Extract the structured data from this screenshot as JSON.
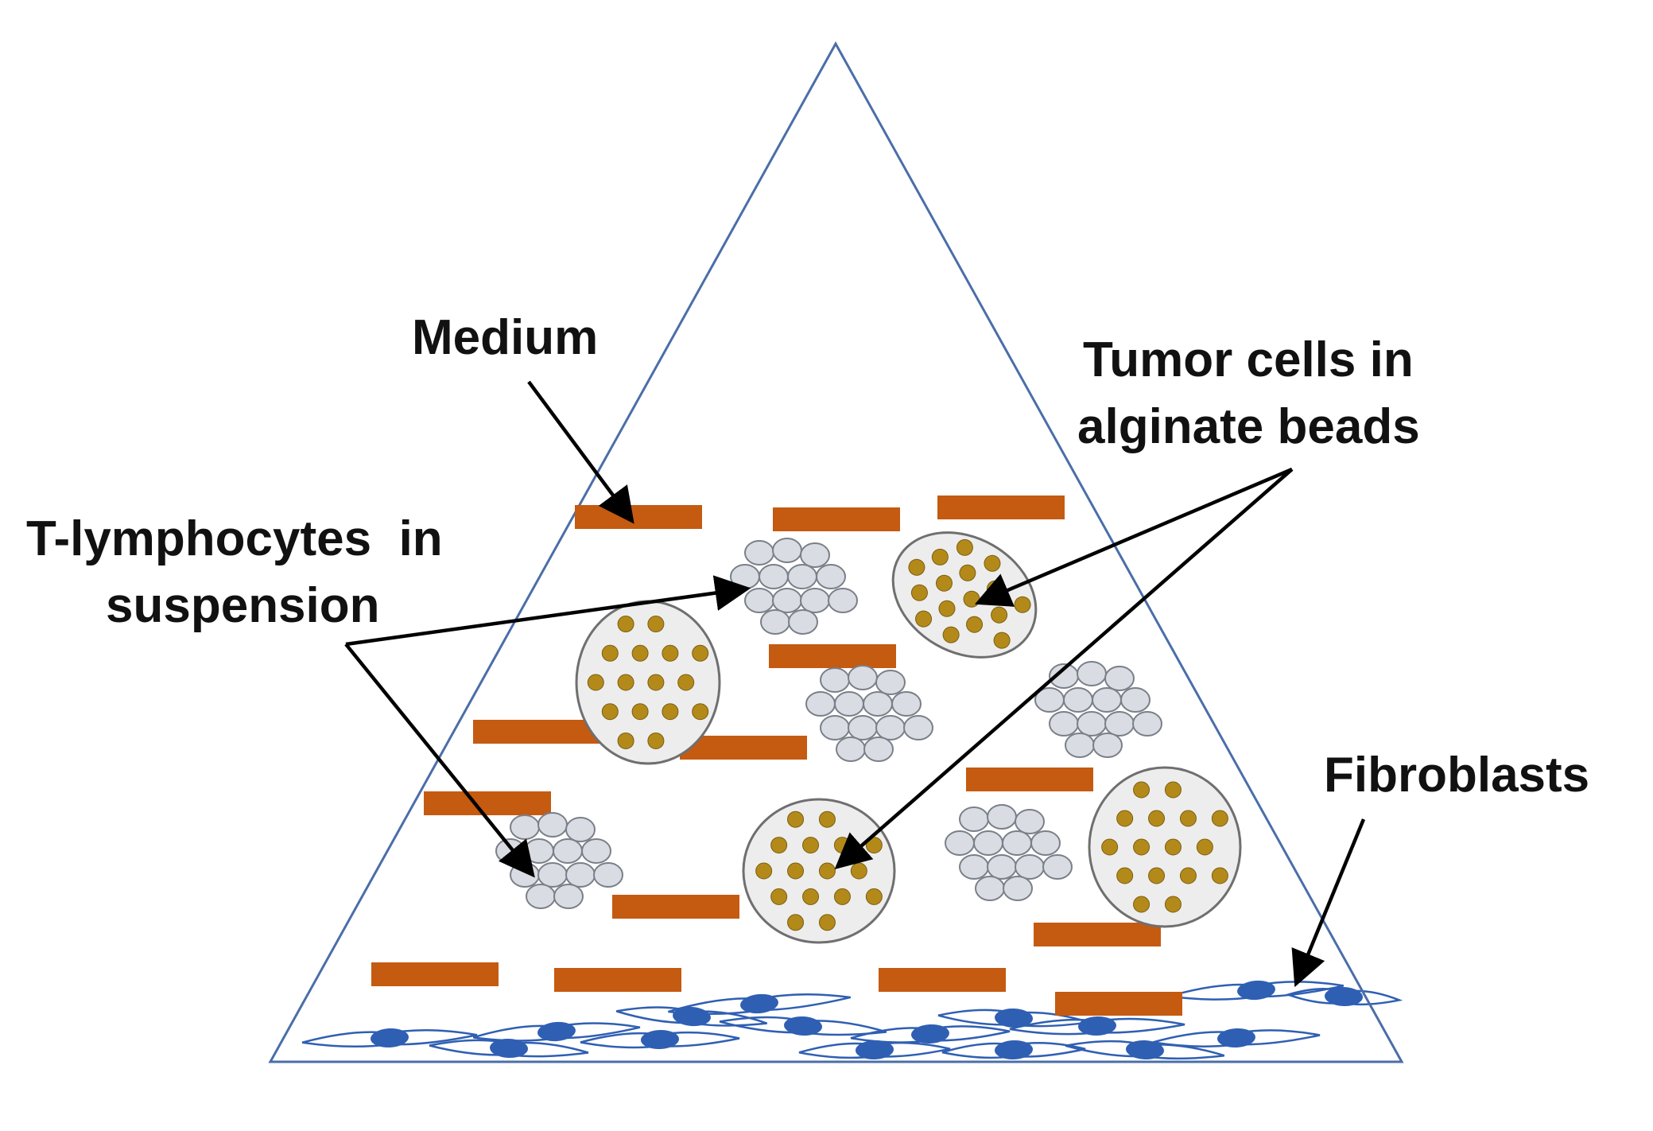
{
  "labels": {
    "medium": "Medium",
    "tumor_line1": "Tumor cells in",
    "tumor_line2": "alginate beads",
    "tlymph_line1": "T-lymphocytes  in",
    "tlymph_line2": "suspension",
    "fibroblasts": "Fibroblasts"
  },
  "colors": {
    "outline": "#4a6ea9",
    "medium_bar": "#c55a11",
    "fibroblast": "#2f5fb3",
    "bead_fill": "#ededed",
    "bead_stroke": "#6f6f6f",
    "tumor_cell": "#b38a1a",
    "tcell_fill": "#d9dde3",
    "tcell_stroke": "#7a7f88",
    "arrow": "#000000"
  }
}
